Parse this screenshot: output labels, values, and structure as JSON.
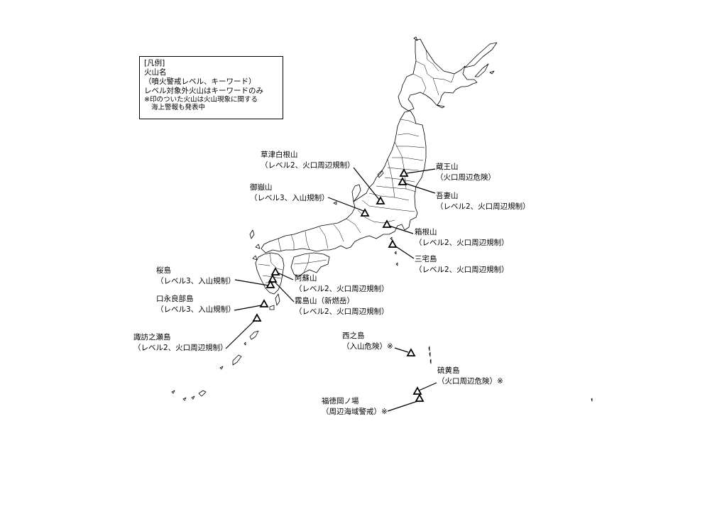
{
  "legend": {
    "title": "[凡例]",
    "line1": "火山名",
    "line2": "（噴火警戒レベル、キーワード）",
    "line3": "レベル対象外火山はキーワードのみ",
    "note1": "※印のついた火山は火山現象に関する",
    "note2": "海上警報も発表中"
  },
  "volcanoes": [
    {
      "name": "草津白根山",
      "status": "（レベル2、火口周辺規制）",
      "marker": [
        536,
        283
      ]
    },
    {
      "name": "御嶽山",
      "status": "（レベル3、入山規制）",
      "marker": [
        514,
        300
      ]
    },
    {
      "name": "蔵王山",
      "status": "（火口周辺危険）",
      "marker": [
        569,
        244
      ]
    },
    {
      "name": "吾妻山",
      "status": "（レベル2、火口周辺規制）",
      "marker": [
        567,
        256
      ]
    },
    {
      "name": "箱根山",
      "status": "（レベル2、火口周辺規制）",
      "marker": [
        545,
        316
      ]
    },
    {
      "name": "三宅島",
      "status": "（レベル2、火口周辺規制）",
      "marker": [
        553,
        344
      ]
    },
    {
      "name": "阿蘇山",
      "status": "（レベル2、火口周辺規制）",
      "marker": [
        388,
        383
      ]
    },
    {
      "name": "霧島山（新燃岳）",
      "status": "（レベル2、火口周辺規制）",
      "marker": [
        384,
        393
      ]
    },
    {
      "name": "桜島",
      "status": "（レベル3、入山規制）",
      "marker": [
        381,
        401
      ]
    },
    {
      "name": "口永良部島",
      "status": "（レベル3、入山規制）",
      "marker": [
        372,
        428
      ]
    },
    {
      "name": "諏訪之瀬島",
      "status": "（レベル2、火口周辺規制）",
      "marker": [
        362,
        448
      ]
    },
    {
      "name": "西之島",
      "status": "（入山危険）※",
      "marker": [
        579,
        497
      ]
    },
    {
      "name": "硫黄島",
      "status": "（火口周辺危険）※",
      "marker": [
        588,
        551
      ]
    },
    {
      "name": "福徳岡ノ場",
      "status": "（周辺海域警戒）※",
      "marker": [
        591,
        561
      ]
    }
  ],
  "colors": {
    "outline": "#000000",
    "background": "#ffffff"
  }
}
